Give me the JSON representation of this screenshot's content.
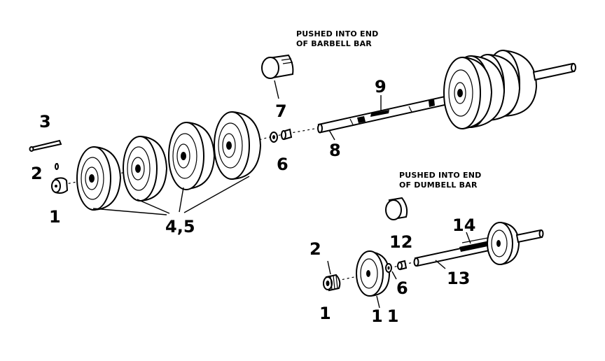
{
  "notes": {
    "barbell_line1": "PUSHED INTO END",
    "barbell_line2": "OF BARBELL BAR",
    "dumbell_line1": "PUSHED INTO END",
    "dumbell_line2": "OF DUMBELL BAR"
  },
  "labels": {
    "l1_left": "1",
    "l2_left": "2",
    "l3": "3",
    "l45": "4,5",
    "l6_top": "6",
    "l7": "7",
    "l8": "8",
    "l9": "9",
    "l2_right": "2",
    "l1_right": "1",
    "l11": "11",
    "l6_bottom": "6",
    "l12": "12",
    "l13": "13",
    "l14": "14"
  }
}
